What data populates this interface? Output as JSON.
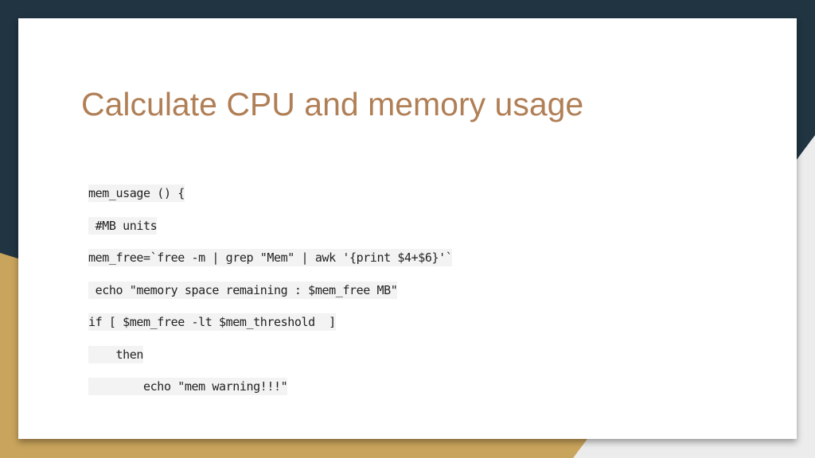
{
  "slide": {
    "title": "Calculate CPU and memory usage",
    "title_color": "#b07f56",
    "code_lines": [
      "mem_usage () {",
      " #MB units",
      "mem_free=`free -m | grep \"Mem\" | awk '{print $4+$6}'`",
      " echo \"memory space remaining : $mem_free MB\"",
      "if [ $mem_free -lt $mem_threshold  ]",
      "    then",
      "        echo \"mem warning!!!\""
    ]
  },
  "theme": {
    "dark_bg": "#203441",
    "gold_accent": "#c9a45c",
    "light_accent": "#ececec"
  }
}
